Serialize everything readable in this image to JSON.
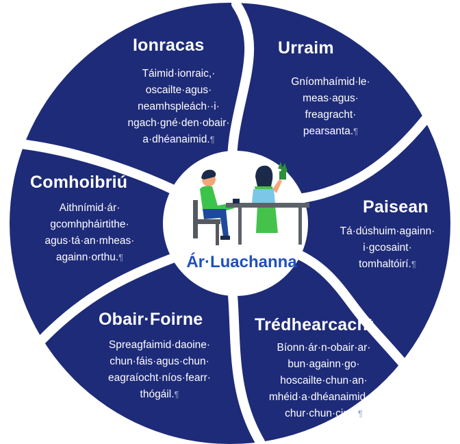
{
  "center": {
    "label": "Ár·Luachanna"
  },
  "segments": [
    {
      "title": "Ionracas",
      "lines": [
        "Táimid·ionraic,·",
        "oscailte·agus·",
        "neamhspleách··i·",
        "ngach·gné·den·obair·",
        "a·dhéanaimid."
      ],
      "pilcrow": "¶"
    },
    {
      "title": "Urraim",
      "lines": [
        "Gníomhaímid·le·",
        "meas·agus·",
        "freagracht·",
        "pearsanta."
      ],
      "pilcrow": "¶"
    },
    {
      "title": "Comhoibriú",
      "lines": [
        "Aithnímid·ár·",
        "gcomhpháirtithe·",
        "agus·tá·an·mheas·",
        "againn·orthu."
      ],
      "pilcrow": "¶"
    },
    {
      "title": "Paisean",
      "lines": [
        "Tá·dúshuim·againn·",
        "i·gcosaint·",
        "tomhaltóirí."
      ],
      "pilcrow": "¶"
    },
    {
      "title": "Obair·Foirne",
      "lines": [
        "Spreagfaimid·daoine·",
        "chun·fáis·agus·chun·",
        "eagraíocht·níos·fearr·",
        "thógáil."
      ],
      "pilcrow": "¶"
    },
    {
      "title": "Trédhearcacht",
      "lines": [
        "Bíonn·ár·n-obair·ar·",
        "bun·againn·go·",
        "hoscailte·chun·an·",
        "mhéid·a·dhéanaimid·a·",
        "chur·chun·cinn."
      ],
      "pilcrow": "¶"
    }
  ],
  "colors": {
    "segment_fill": "#1e2b78",
    "divider": "#ffffff",
    "center_text": "#1f4fbf",
    "shirt_man": "#3cc44a",
    "dress_woman": "#45c24c",
    "skin": "#f2a777",
    "chair": "#555a60",
    "table": "#5c6269"
  }
}
